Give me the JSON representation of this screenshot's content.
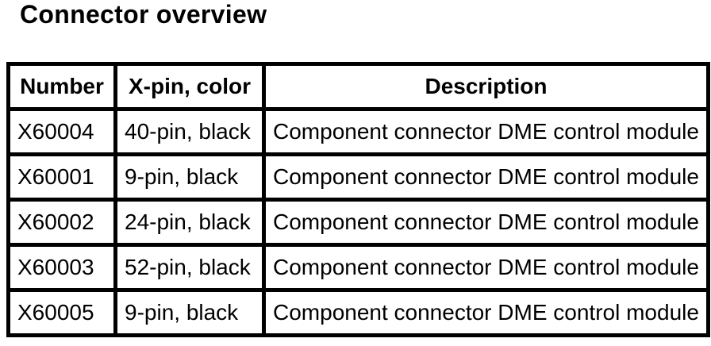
{
  "title": "Connector overview",
  "table": {
    "headers": [
      "Number",
      "X-pin, color",
      "Description"
    ],
    "rows": [
      {
        "number": "X60004",
        "pin_color": "40-pin, black",
        "description": "Component connector DME control module"
      },
      {
        "number": "X60001",
        "pin_color": "9-pin, black",
        "description": "Component connector DME control module"
      },
      {
        "number": "X60002",
        "pin_color": "24-pin, black",
        "description": "Component connector DME control module"
      },
      {
        "number": "X60003",
        "pin_color": "52-pin, black",
        "description": "Component connector DME control module"
      },
      {
        "number": "X60005",
        "pin_color": "9-pin, black",
        "description": "Component connector DME control module"
      }
    ]
  },
  "colors": {
    "text": "#000000",
    "background": "#ffffff",
    "border": "#000000"
  }
}
